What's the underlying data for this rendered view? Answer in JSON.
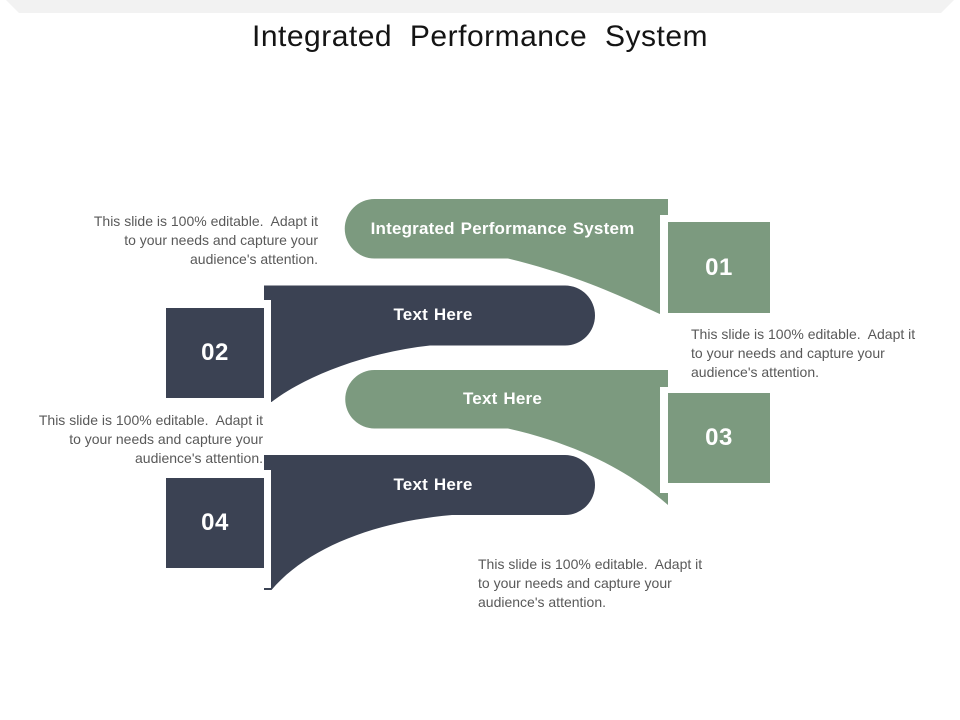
{
  "slide": {
    "title": "Integrated Performance System",
    "colors": {
      "green": "#7C9A7F",
      "dark_slate": "#3B4253",
      "caption_gray": "#595959",
      "top_strip_gray": "#F2F2F2",
      "background": "#FFFFFF",
      "banner_text": "#FFFFFF"
    }
  },
  "banners": [
    {
      "number": "01",
      "label": "Integrated Performance System",
      "color": "green",
      "box_side": "right"
    },
    {
      "number": "02",
      "label": "Text Here",
      "color": "dark_slate",
      "box_side": "left"
    },
    {
      "number": "03",
      "label": "Text Here",
      "color": "green",
      "box_side": "right"
    },
    {
      "number": "04",
      "label": "Text Here",
      "color": "dark_slate",
      "box_side": "left"
    }
  ],
  "captions": [
    {
      "position": "top-left",
      "text": "This slide is 100% editable.  Adapt it\nto your needs and capture your\naudience's attention."
    },
    {
      "position": "right-middle",
      "text": "This slide is 100% editable.  Adapt it\nto your needs and capture your\naudience's attention."
    },
    {
      "position": "left-middle",
      "text": "This slide is 100% editable.  Adapt it\nto your needs and capture your\naudience's attention."
    },
    {
      "position": "bottom-center",
      "text": "This slide is 100% editable.  Adapt it\nto your needs and capture your\naudience's attention."
    }
  ]
}
